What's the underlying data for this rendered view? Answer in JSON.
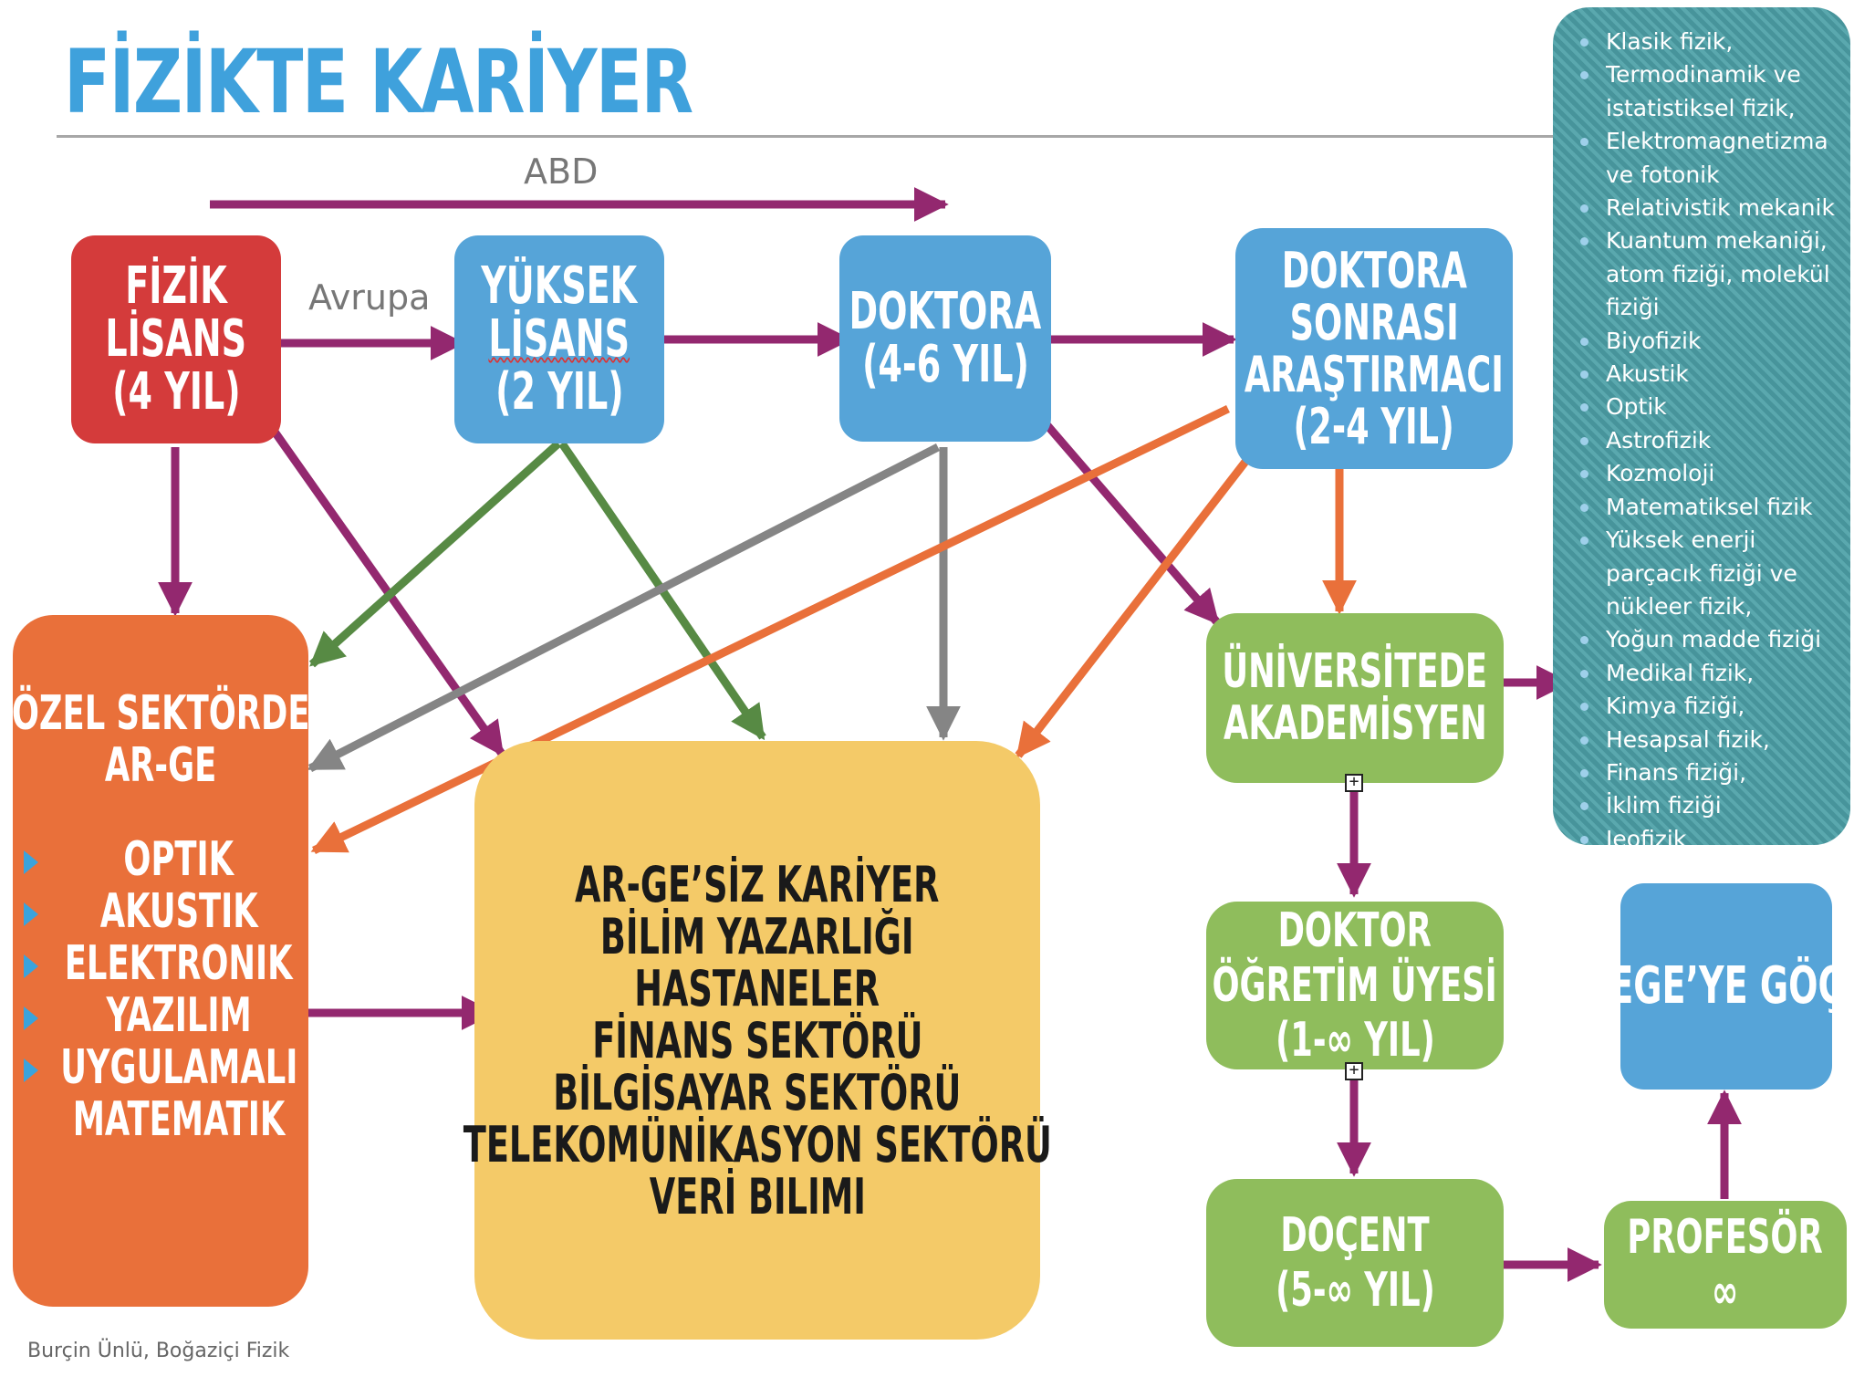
{
  "title": "FİZİKTE KARİYER",
  "arrow_labels": {
    "abd": "ABD",
    "avrupa": "Avrupa"
  },
  "boxes": {
    "fizik_lisans": [
      "FİZİK",
      "LİSANS",
      "(4 YIL)"
    ],
    "yuksek_lisans": [
      "YÜKSEK",
      "LİSANS",
      "(2 YIL)"
    ],
    "doktora": [
      "DOKTORA",
      "(4-6 YIL)"
    ],
    "doktora_sonrasi": [
      "DOKTORA",
      "SONRASI",
      "ARAŞTIRMACI",
      "(2-4 YIL)"
    ],
    "ozel_sektor": {
      "heading": [
        "ÖZEL SEKTÖRDE",
        "AR-GE"
      ],
      "items": [
        "OPTIK",
        "AKUSTIK",
        "ELEKTRONIK",
        "YAZILIM",
        "UYGULAMALI",
        "MATEMATIK"
      ]
    },
    "arge_siz": [
      "AR-GE’SİZ KARİYER",
      "BİLİM YAZARLIĞI",
      "HASTANELER",
      "FİNANS SEKTÖRÜ",
      "BİLGİSAYAR SEKTÖRÜ",
      "TELEKOMÜNİKASYON SEKTÖRÜ",
      "VERİ BILIMI"
    ],
    "universite": [
      "ÜNİVERSİTEDE",
      "AKADEMİSYEN"
    ],
    "doktor_ogretim": [
      "DOKTOR",
      "ÖĞRETİM ÜYESİ",
      "(1-∞ YIL)"
    ],
    "docent": [
      "DOÇENT",
      "(5-∞ YIL)"
    ],
    "profesor": [
      "PROFESÖR",
      "∞"
    ],
    "ege": [
      "EGE’YE GÖÇ"
    ]
  },
  "topics": [
    {
      "text": "Klasik fizik,",
      "bullet": true
    },
    {
      "text": "Termodinamik ve",
      "bullet": true
    },
    {
      "text": "istatistiksel fizik,",
      "bullet": false
    },
    {
      "text": "Elektromagnetizma",
      "bullet": true
    },
    {
      "text": "ve fotonik",
      "bullet": false
    },
    {
      "text": "Relativistik mekanik",
      "bullet": true
    },
    {
      "text": "Kuantum mekaniği,",
      "bullet": true
    },
    {
      "text": "atom fiziği, molekül",
      "bullet": false
    },
    {
      "text": "fiziği",
      "bullet": false
    },
    {
      "text": "Biyofizik",
      "bullet": true
    },
    {
      "text": "Akustik",
      "bullet": true
    },
    {
      "text": "Optik",
      "bullet": true
    },
    {
      "text": "Astrofizik",
      "bullet": true
    },
    {
      "text": "Kozmoloji",
      "bullet": true
    },
    {
      "text": "Matematiksel fizik",
      "bullet": true
    },
    {
      "text": "Yüksek enerji",
      "bullet": true
    },
    {
      "text": "parçacık fiziği ve",
      "bullet": false
    },
    {
      "text": "nükleer fizik,",
      "bullet": false
    },
    {
      "text": "Yoğun madde fiziği",
      "bullet": true
    },
    {
      "text": "Medikal fizik,",
      "bullet": true
    },
    {
      "text": "Kimya fiziği,",
      "bullet": true
    },
    {
      "text": "Hesapsal fizik,",
      "bullet": true
    },
    {
      "text": "Finans fiziği,",
      "bullet": true
    },
    {
      "text": "İklim fiziği",
      "bullet": true
    },
    {
      "text": "Jeofizik",
      "bullet": true
    }
  ],
  "footer": "Burçin Ünlü, Boğaziçi Fizik",
  "colors": {
    "purple": "#93286f",
    "green": "#578a44",
    "gray": "#858585",
    "orange": "#e9703a"
  }
}
